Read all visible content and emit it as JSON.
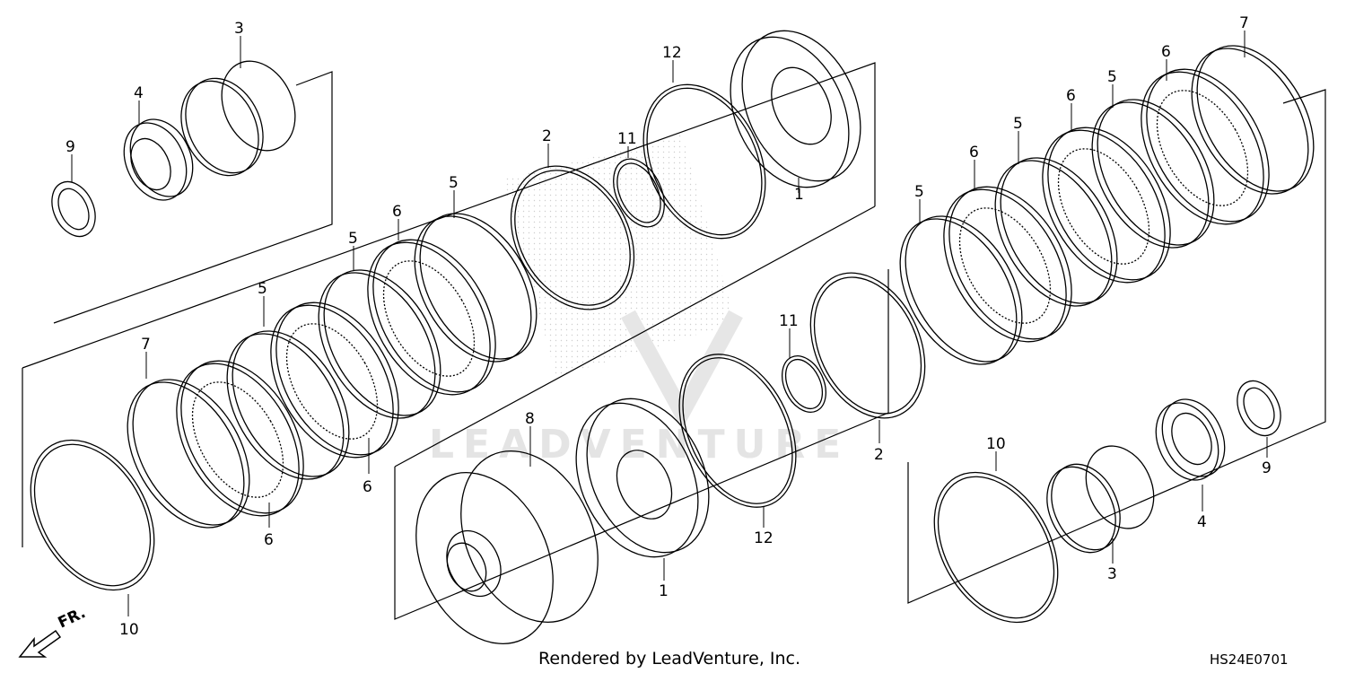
{
  "diagram": {
    "watermark": "LEADVENTURE",
    "credit": "Rendered by LeadVenture, Inc.",
    "diagram_code": "HS24E0701",
    "direction_label": "FR.",
    "callouts": [
      "1",
      "2",
      "3",
      "4",
      "5",
      "6",
      "7",
      "8",
      "9",
      "10",
      "11",
      "12"
    ]
  }
}
